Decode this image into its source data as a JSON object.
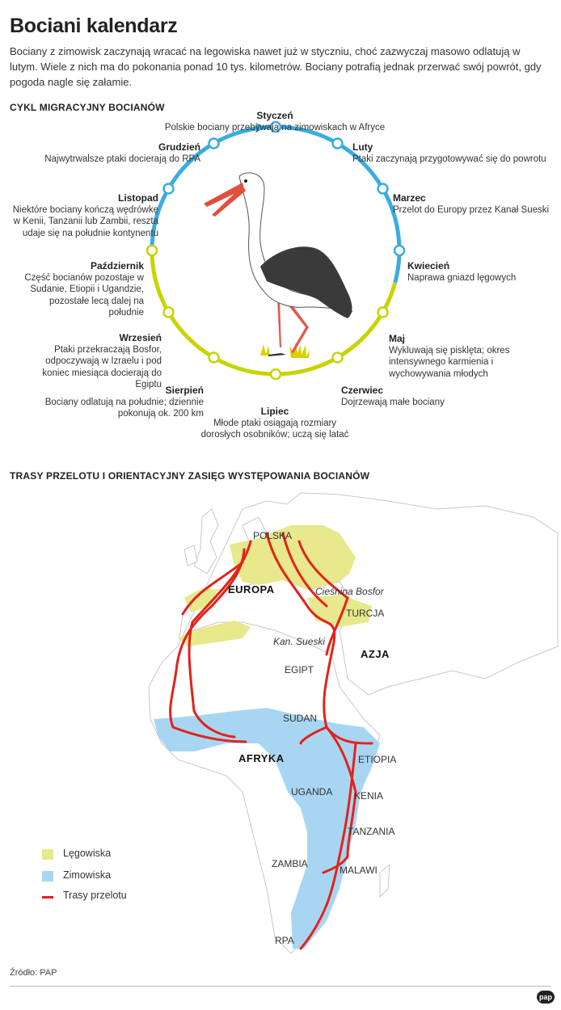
{
  "title": "Bociani kalendarz",
  "intro": "Bociany z zimowisk zaczynają wracać na legowiska nawet już w styczniu, choć zazwyczaj masowo odlatują w lutym. Wiele z nich ma do pokonania ponad 10 tys. kilometrów. Bociany potrafią jednak przerwać swój powrót, gdy pogoda nagle się załamie.",
  "cycle": {
    "heading": "CYKL MIGRACYJNY BOCIANÓW",
    "months": [
      {
        "name": "Styczeń",
        "desc": "Polskie bociany przebywają na zimowiskach w Afryce"
      },
      {
        "name": "Luty",
        "desc": "Ptaki zaczynają przygotowywać się do powrotu"
      },
      {
        "name": "Marzec",
        "desc": "Przelot do Europy przez Kanał Sueski"
      },
      {
        "name": "Kwiecień",
        "desc": "Naprawa gniazd lęgowych"
      },
      {
        "name": "Maj",
        "desc": "Wykluwają się pisklęta; okres intensywnego karmienia i wychowywania młodych"
      },
      {
        "name": "Czerwiec",
        "desc": "Dojrzewają małe bociany"
      },
      {
        "name": "Lipiec",
        "desc": "Młode ptaki osiągają rozmiary dorosłych osobników; uczą się latać"
      },
      {
        "name": "Sierpień",
        "desc": "Bociany odlatują na południe; dziennie pokonują ok. 200 km"
      },
      {
        "name": "Wrzesień",
        "desc": "Ptaki przekraczają Bosfor, odpoczywają w Izraelu i pod koniec miesiąca docierają do Egiptu"
      },
      {
        "name": "Październik",
        "desc": "Część bocianów pozostaje w Sudanie, Etiopii i Ugandzie, pozostałe lecą dalej na południe"
      },
      {
        "name": "Listopad",
        "desc": "Niektóre bociany kończą wędrówkę w Kenii, Tanzanii lub Zambii, reszta udaje się na południe kontynentu"
      },
      {
        "name": "Grudzień",
        "desc": "Najwytrwalsze ptaki docierają do RPA"
      }
    ],
    "colors": {
      "winter": "#3aace0",
      "summer": "#c8d400"
    }
  },
  "map": {
    "heading": "TRASY PRZELOTU I ORIENTACYJNY ZASIĘG WYSTĘPOWANIA BOCIANÓW",
    "labels": {
      "polska": "POLSKA",
      "europa": "EUROPA",
      "bosfor": "Cieśnina Bosfor",
      "turcja": "TURCJA",
      "sueski": "Kan. Sueski",
      "azja": "AZJA",
      "egipt": "EGIPT",
      "sudan": "SUDAN",
      "afryka": "AFRYKA",
      "etiopia": "ETIOPIA",
      "uganda": "UGANDA",
      "kenia": "KENIA",
      "tanzania": "TANZANIA",
      "zambia": "ZAMBIA",
      "malawi": "MALAWI",
      "rpa": "RPA"
    },
    "legend": [
      {
        "label": "Lęgowiska",
        "color": "#e8e88c"
      },
      {
        "label": "Zimowiska",
        "color": "#a8d6f2"
      },
      {
        "label": "Trasy przelotu",
        "color": "#e2231a"
      }
    ]
  },
  "source": "Źródło: PAP",
  "logo": "pap"
}
